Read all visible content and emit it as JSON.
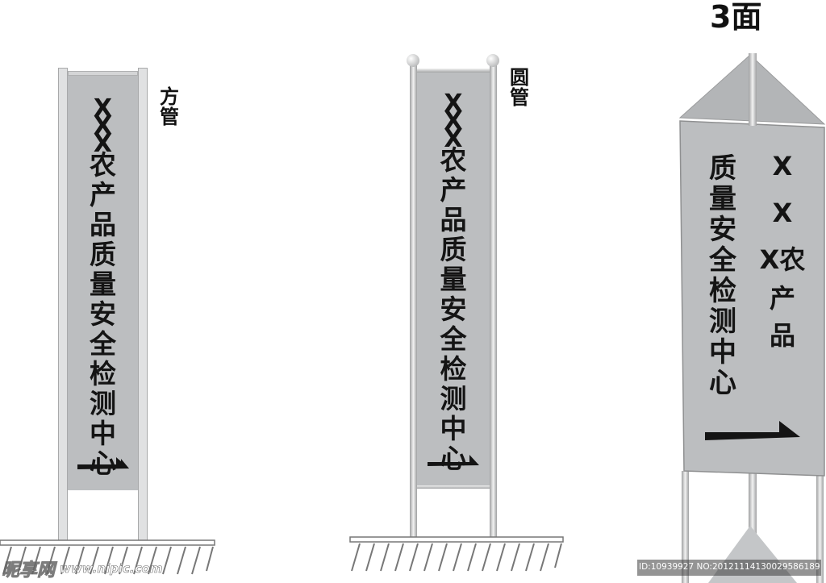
{
  "signs": {
    "square": {
      "label": [
        "方",
        "管"
      ],
      "text": [
        "X",
        "X",
        "X",
        "农",
        "产",
        "品",
        "质",
        "量",
        "安",
        "全",
        "检",
        "测",
        "中",
        "心"
      ],
      "arrow": "right-arrow-icon"
    },
    "round": {
      "label": [
        "圆",
        "管"
      ],
      "text": [
        "X",
        "X",
        "X",
        "农",
        "产",
        "品",
        "质",
        "量",
        "安",
        "全",
        "检",
        "测",
        "中",
        "心"
      ],
      "arrow": "right-arrow-icon"
    },
    "triangle": {
      "label": "3面",
      "col_right": [
        "X",
        "X",
        "X农",
        "产",
        "品"
      ],
      "col_left": [
        "质",
        "量",
        "安",
        "全",
        "检",
        "测",
        "中",
        "心"
      ],
      "arrow": "right-arrow-icon"
    }
  },
  "watermark": {
    "logo": "昵享网",
    "url": "www.nipic.com",
    "id_text": "ID:10939927 NO:20121114130029586189"
  },
  "colors": {
    "panel": "#bcbec0",
    "pole": "#d7d8d9",
    "text": "#141414"
  }
}
